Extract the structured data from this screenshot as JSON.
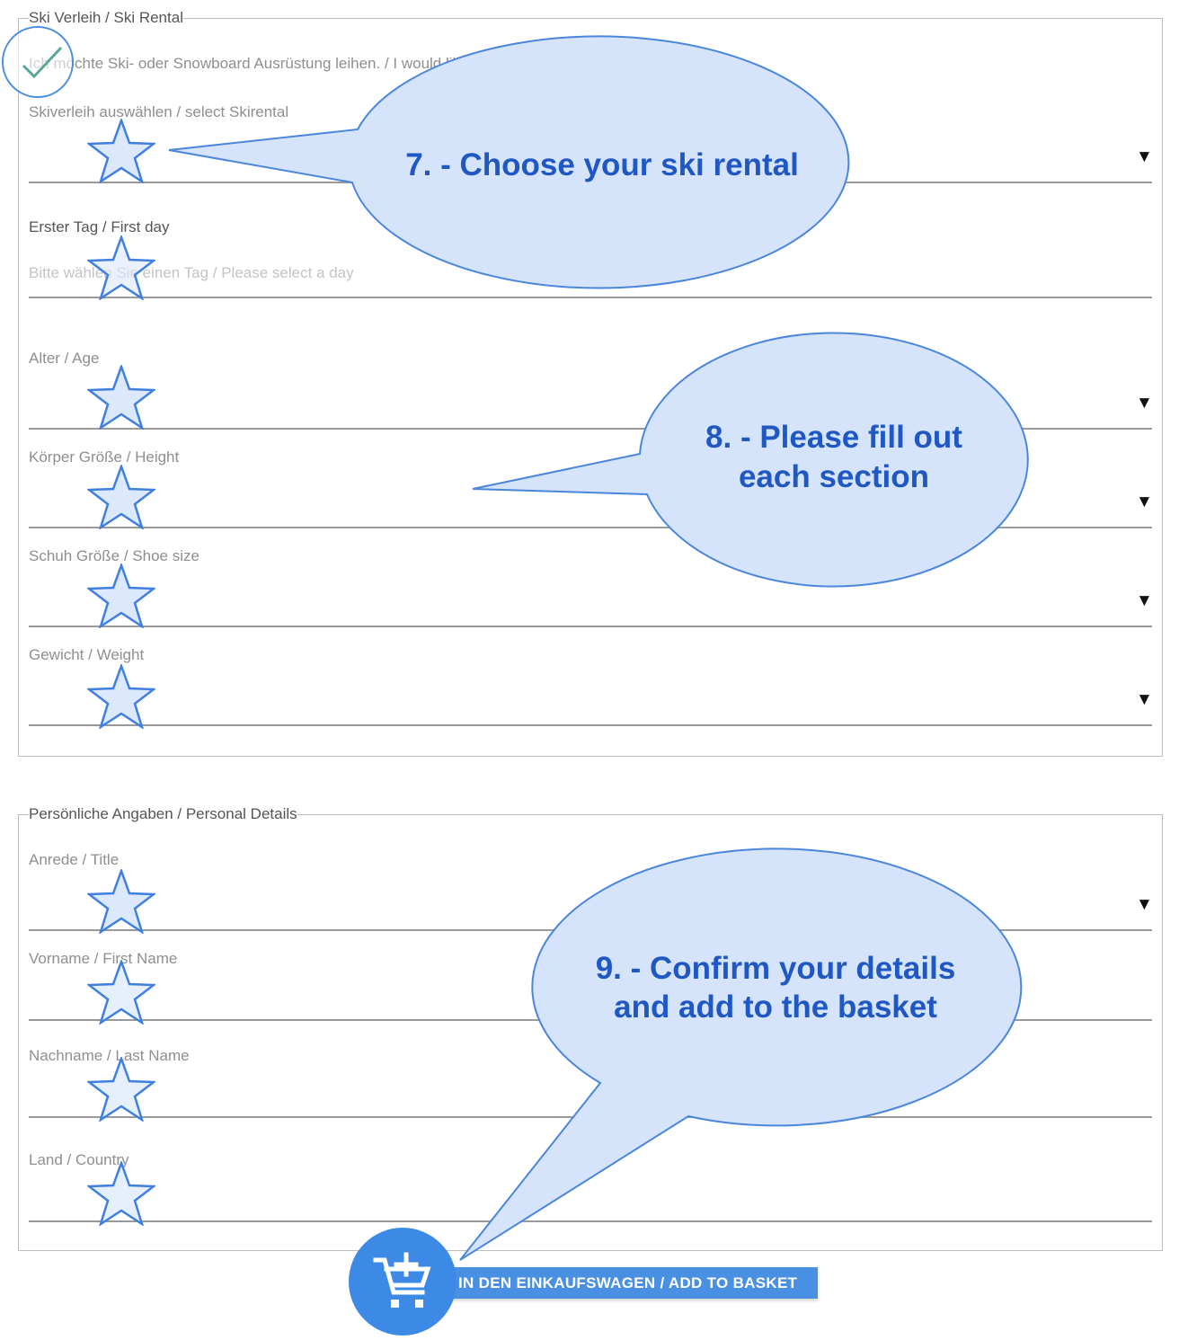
{
  "ski_section": {
    "legend": "Ski Verleih / Ski Rental",
    "intro": "Ich möchte Ski- oder Snowboard Ausrüstung leihen. / I would like to rent ski equipment.",
    "fields": {
      "skirental": "Skiverleih auswählen / select Skirental",
      "first_day": "Erster Tag / First day",
      "first_day_placeholder": "Bitte wählen Sie einen Tag / Please select a day",
      "age": "Alter / Age",
      "height": "Körper Größe / Height",
      "shoe": "Schuh Größe / Shoe size",
      "weight": "Gewicht / Weight"
    }
  },
  "personal_section": {
    "legend": "Persönliche Angaben / Personal Details",
    "fields": {
      "title": "Anrede / Title",
      "first_name": "Vorname / First Name",
      "last_name": "Nachname / Last Name",
      "country": "Land / Country"
    }
  },
  "dropdown_glyph": "▼",
  "basket_button": "IN DEN EINKAUFSWAGEN / ADD TO BASKET",
  "callouts": {
    "c7": "7. - Choose your ski rental",
    "c8_line1": "8. - Please fill out",
    "c8_line2": "each section",
    "c9_line1": "9. - Confirm your details",
    "c9_line2": "and add to the basket"
  },
  "colors": {
    "callout_fill": "#d6e4fb",
    "callout_stroke": "#4a86dc",
    "callout_text": "#1f57c3",
    "star_fill": "#dce8fb",
    "star_stroke": "#3f7fe0",
    "button_bg": "#4a90e2"
  },
  "icons": [
    "checkmark-icon",
    "star-icon",
    "dropdown-arrow-icon",
    "cart-add-icon"
  ]
}
